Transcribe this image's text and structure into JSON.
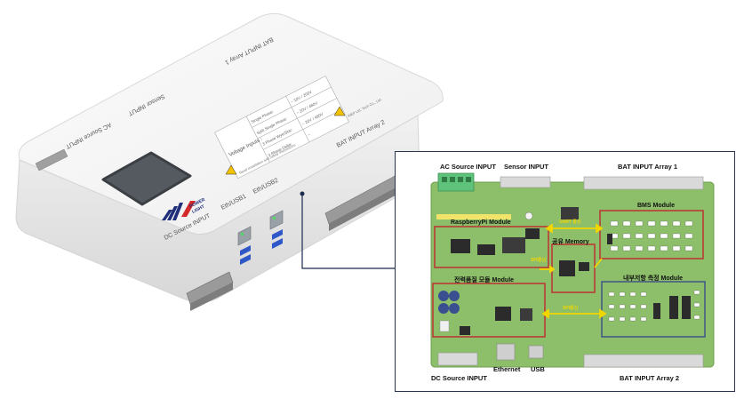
{
  "device": {
    "labels": {
      "ac_source_input": "AC Source INPUT",
      "sensor_input": "Sensor INPUT",
      "bat_input_array_1": "BAT INPUT Array 1",
      "bat_input_array_2": "BAT INPUT Array 2",
      "dc_source_input": "DC Source INPUT",
      "eth_usb1": "Eth/USB1",
      "eth_usb2": "Eth/USB2",
      "voltage_inputs": "Voltage Inputs :",
      "brand_line1": "POWER",
      "brand_line2": "LIGHT",
      "brand_tek": "TEK",
      "warning_text": "Read installation and safety instructions",
      "maker_text": "WEP Ltd. Tech Co., Ltd."
    },
    "voltage_table": [
      {
        "type": "Single Phase:",
        "range": "~ 10V / 200V"
      },
      {
        "type": "Split Single Phase:",
        "range": "~ 20V / 480V"
      },
      {
        "type": "3 Phase Wye/Star:",
        "range": "~ 20V / 480V"
      },
      {
        "type": "3 Phase Delta:",
        "range": "~"
      }
    ]
  },
  "board": {
    "labels": {
      "ac_source_input": "AC Source INPUT",
      "sensor_input": "Sensor INPUT",
      "bat_input_array_1": "BAT INPUT Array 1",
      "bat_input_array_2": "BAT INPUT Array 2",
      "dc_source_input": "DC Source INPUT",
      "ethernet": "Ethernet",
      "usb": "USB"
    },
    "modules": {
      "raspberrypi": "RaspberryPi Module",
      "shared_memory": "공유 Memory",
      "bms": "BMS Module",
      "power_meter": "전력품질 모듈 Module",
      "internal_resistance": "내부저항 측정 Module",
      "uart": "UART 통신",
      "spi_1": "SPI통신",
      "spi_2": "SPI통신"
    }
  },
  "colors": {
    "pcb_green": "#8dbf6a",
    "module_red": "#c0282d",
    "module_blue": "#3c4f8a",
    "arrow_yellow": "#f2d600",
    "callout_border": "#2a3550",
    "brand_blue": "#1f2f7a"
  }
}
